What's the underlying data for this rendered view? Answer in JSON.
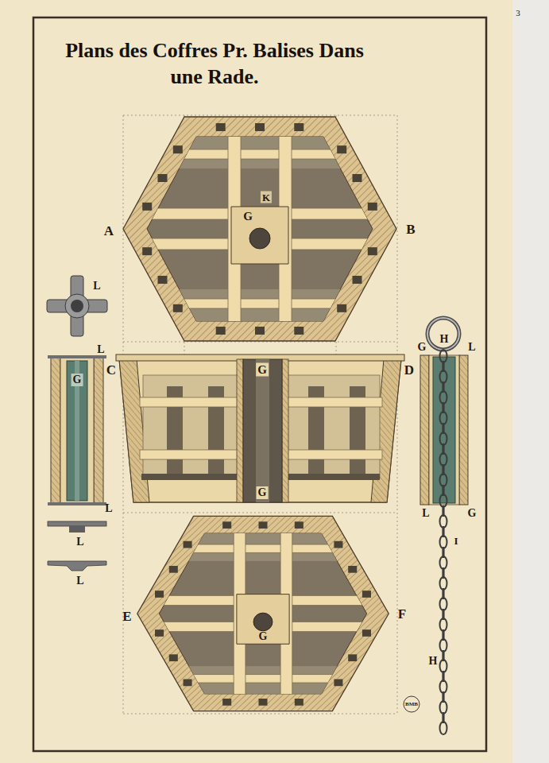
{
  "diagram": {
    "title": "Plans des Coffres Pr. Balises Dans une Rade.",
    "labels": [
      "3",
      "A",
      "G",
      "K",
      "B",
      "L",
      "L",
      "G",
      "L",
      "L",
      "L",
      "C",
      "G",
      "D",
      "G",
      "H",
      "G",
      "L",
      "L",
      "G",
      "I",
      "E",
      "G",
      "F",
      "H",
      "BMB"
    ]
  }
}
